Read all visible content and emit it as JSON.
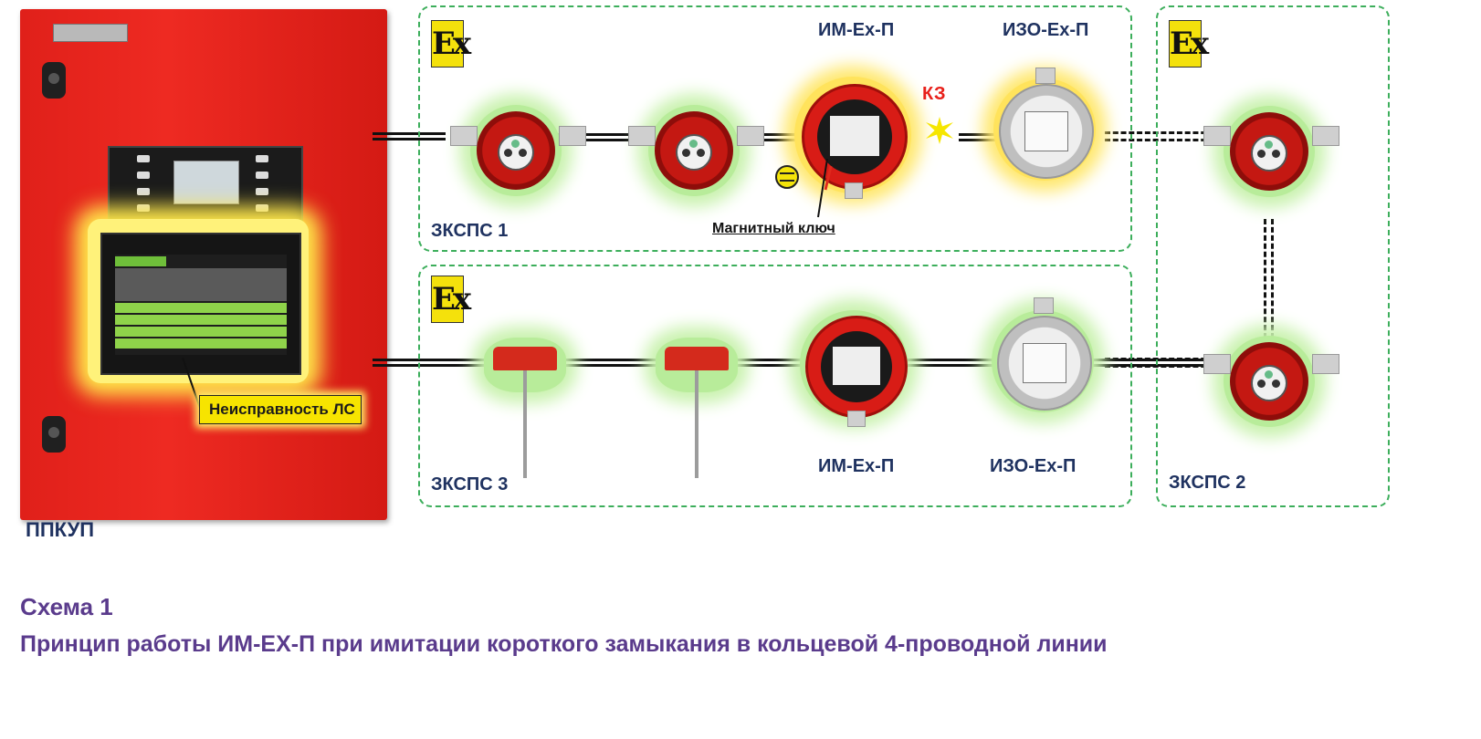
{
  "cabinet": {
    "name_label": "ППКУП",
    "fault_label": "Неисправность ЛС"
  },
  "zone_top": {
    "ex": "Ex",
    "zone_label": "ЗКСПС 1",
    "im_label": "ИМ-Ех-П",
    "iso_label": "ИЗО-Ех-П",
    "kz_label": "КЗ",
    "key_label": "Магнитный ключ"
  },
  "zone_bottom": {
    "ex": "Ex",
    "zone_label": "ЗКСПС 3",
    "im_label": "ИМ-Ех-П",
    "iso_label": "ИЗО-Ех-П"
  },
  "zone_right": {
    "ex": "Ex",
    "zone_label": "ЗКСПС 2"
  },
  "caption": {
    "line1": "Схема 1",
    "line2": "Принцип работы ИМ-ЕХ-П при имитации короткого замыкания в кольцевой 4-проводной линии"
  },
  "colors": {
    "cabinet_red": "#e0201a",
    "zone_green": "#3cae5b",
    "label_navy": "#1f3260",
    "caption_purple": "#5a3b8c",
    "fault_yellow": "#f7e400",
    "kz_red": "#e8201a"
  },
  "icons": [
    "ex-mark-icon",
    "flame-detector-icon",
    "im-ex-p-module-icon",
    "iso-ex-p-module-icon",
    "thermal-detector-icon",
    "short-circuit-spark-icon",
    "magnetic-key-icon"
  ]
}
